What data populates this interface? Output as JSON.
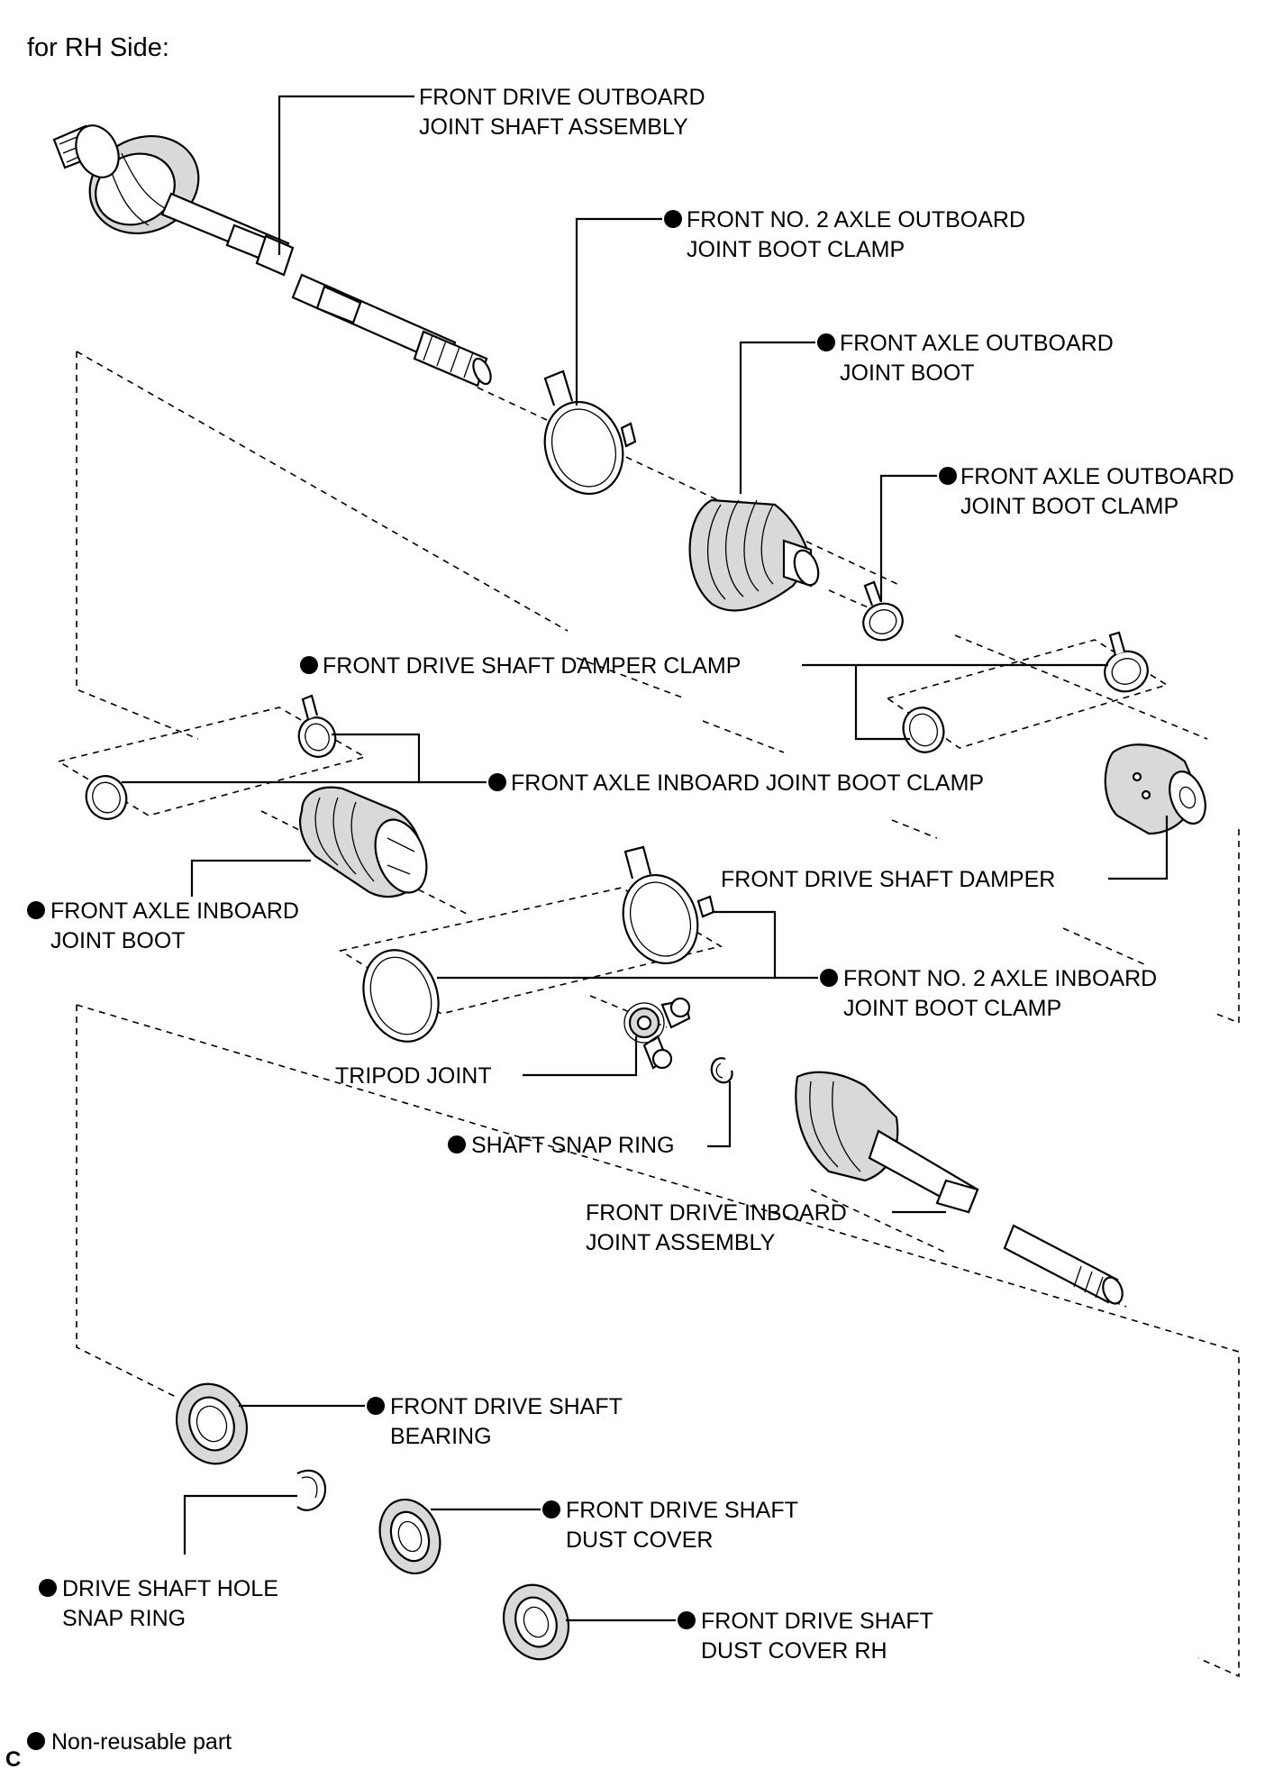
{
  "title": "for RH Side:",
  "labels": {
    "outboard_shaft": [
      "FRONT DRIVE OUTBOARD",
      "JOINT SHAFT ASSEMBLY"
    ],
    "no2_outboard_clamp": [
      "FRONT NO. 2 AXLE OUTBOARD",
      "JOINT BOOT CLAMP"
    ],
    "outboard_boot": [
      "FRONT AXLE OUTBOARD",
      "JOINT BOOT"
    ],
    "outboard_boot_clamp": [
      "FRONT AXLE OUTBOARD",
      "JOINT BOOT CLAMP"
    ],
    "damper_clamp": [
      "FRONT DRIVE SHAFT DAMPER CLAMP"
    ],
    "inboard_boot_clamp": [
      "FRONT AXLE INBOARD JOINT BOOT CLAMP"
    ],
    "damper": [
      "FRONT DRIVE SHAFT DAMPER"
    ],
    "inboard_boot": [
      "FRONT AXLE INBOARD",
      "JOINT BOOT"
    ],
    "no2_inboard_clamp": [
      "FRONT NO. 2 AXLE INBOARD",
      "JOINT BOOT CLAMP"
    ],
    "tripod": [
      "TRIPOD JOINT"
    ],
    "snap_ring": [
      "SHAFT SNAP RING"
    ],
    "inboard_joint": [
      "FRONT DRIVE INBOARD",
      "JOINT ASSEMBLY"
    ],
    "bearing": [
      "FRONT DRIVE SHAFT",
      "BEARING"
    ],
    "hole_snap_ring": [
      "DRIVE SHAFT HOLE",
      "SNAP RING"
    ],
    "dust_cover": [
      "FRONT DRIVE SHAFT",
      "DUST COVER"
    ],
    "dust_cover_rh": [
      "FRONT DRIVE SHAFT",
      "DUST COVER RH"
    ]
  },
  "legend": "Non-reusable part",
  "footer_code": "C"
}
